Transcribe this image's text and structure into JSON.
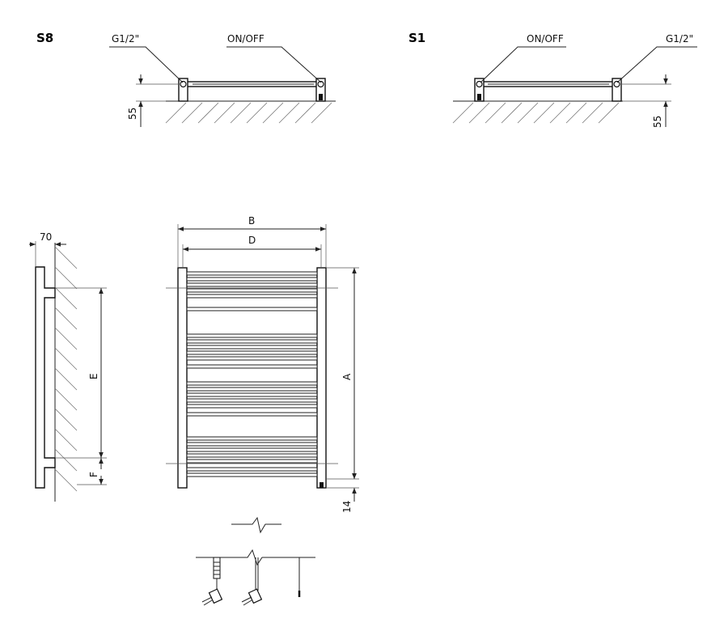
{
  "views": {
    "s8": {
      "title": "S8",
      "valve_label": "G1/2\"",
      "switch_label": "ON/OFF",
      "offset_label": "55"
    },
    "s1": {
      "title": "S1",
      "switch_label": "ON/OFF",
      "valve_label": "G1/2\"",
      "offset_label": "55"
    }
  },
  "side_view": {
    "depth_label": "70",
    "e_label": "E",
    "f_label": "F"
  },
  "front_view": {
    "b_label": "B",
    "d_label": "D",
    "a_label": "A",
    "bottom_label": "14"
  }
}
